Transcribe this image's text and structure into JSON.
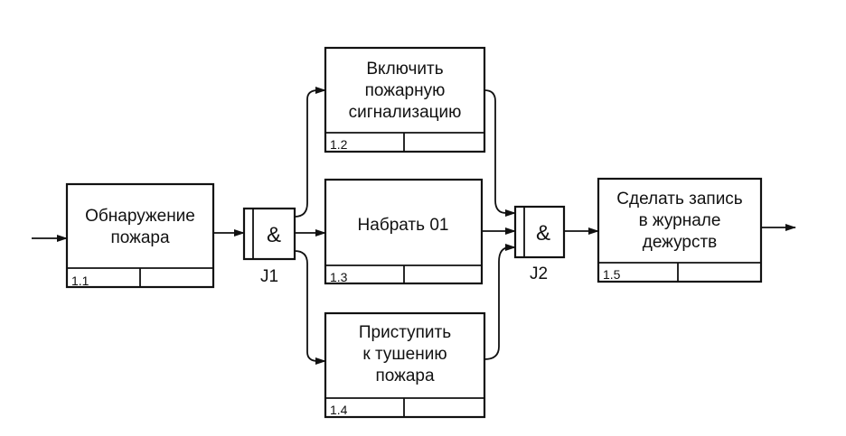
{
  "diagram": {
    "boxes": [
      {
        "id": "1.1",
        "lines": [
          "Обнаружение",
          "пожара"
        ]
      },
      {
        "id": "1.2",
        "lines": [
          "Включить",
          "пожарную",
          "сигнализацию"
        ]
      },
      {
        "id": "1.3",
        "lines": [
          "Набрать 01"
        ]
      },
      {
        "id": "1.4",
        "lines": [
          "Приступить",
          "к тушению",
          "пожара"
        ]
      },
      {
        "id": "1.5",
        "lines": [
          "Сделать запись",
          "в журнале",
          "дежурств"
        ]
      }
    ],
    "junctions": [
      {
        "label": "J1",
        "symbol": "&"
      },
      {
        "label": "J2",
        "symbol": "&"
      }
    ]
  }
}
